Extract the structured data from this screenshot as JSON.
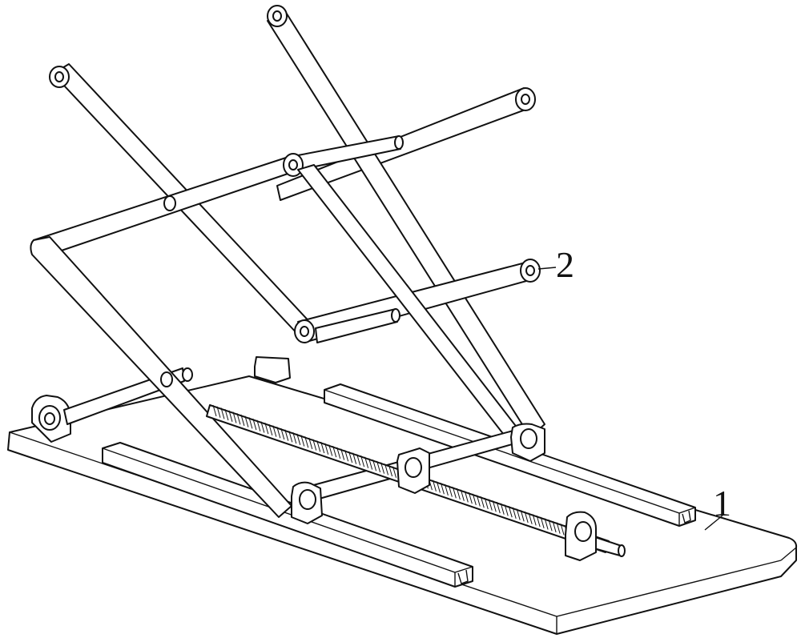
{
  "figure": {
    "callouts": [
      {
        "id": "callout-1",
        "label": "1"
      },
      {
        "id": "callout-2",
        "label": "2"
      }
    ]
  }
}
